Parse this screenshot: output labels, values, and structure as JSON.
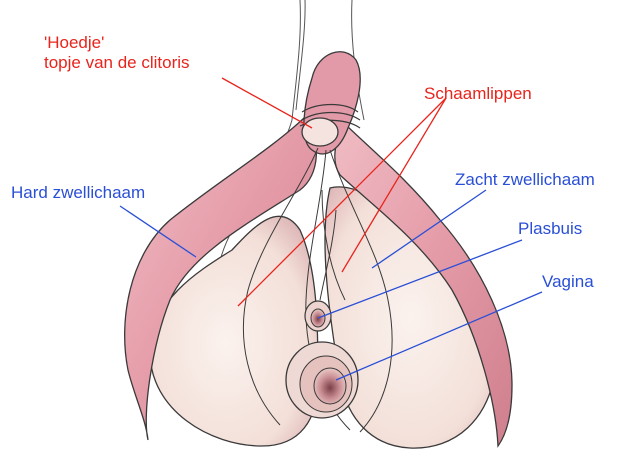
{
  "labels": {
    "hood_line1": "'Hoedje'",
    "hood_line2": "topje van de clitoris",
    "labia": "Schaamlippen",
    "hard_body": "Hard zwellichaam",
    "soft_body": "Zacht zwellichaam",
    "urethra": "Plasbuis",
    "vagina": "Vagina"
  },
  "colors": {
    "label_red": "#e8241c",
    "label_blue": "#2a4fd6",
    "crura_pink": "#e7a1ad",
    "bulb_cream": "#f6e7e2",
    "outline": "#3a3a3a"
  }
}
